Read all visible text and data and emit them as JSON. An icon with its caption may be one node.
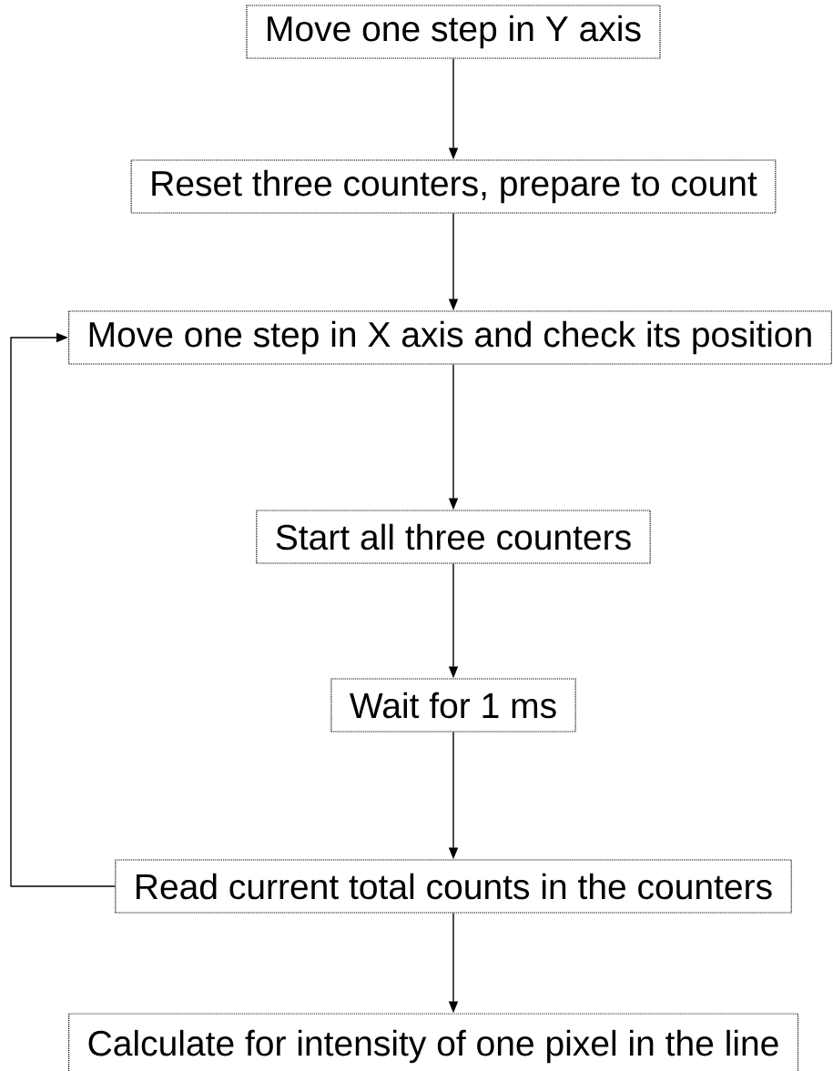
{
  "diagram": {
    "nodes": [
      {
        "text": [
          "Move one step in Y axis"
        ]
      },
      {
        "text": [
          "Reset three counters, prepare to count"
        ]
      },
      {
        "text": [
          "Move one step in X axis and check its position"
        ]
      },
      {
        "text": [
          "Start all three counters"
        ]
      },
      {
        "text": [
          "Wait for 1 ms"
        ]
      },
      {
        "text": [
          "Read current total counts in the counters"
        ]
      },
      {
        "text": [
          "Calculate for intensity of one pixel in the line"
        ]
      }
    ],
    "edges": [
      {
        "from": 0,
        "to": 1,
        "arrow": "to"
      },
      {
        "from": 1,
        "to": 2,
        "arrow": "to"
      },
      {
        "from": 2,
        "to": 3,
        "arrow": "to"
      },
      {
        "from": 3,
        "to": 4,
        "arrow": "to"
      },
      {
        "from": 4,
        "to": 5,
        "arrow": "to"
      },
      {
        "from": 5,
        "to": 6,
        "arrow": "to"
      },
      {
        "from": 5,
        "to": 2,
        "arrow": "to"
      }
    ]
  }
}
